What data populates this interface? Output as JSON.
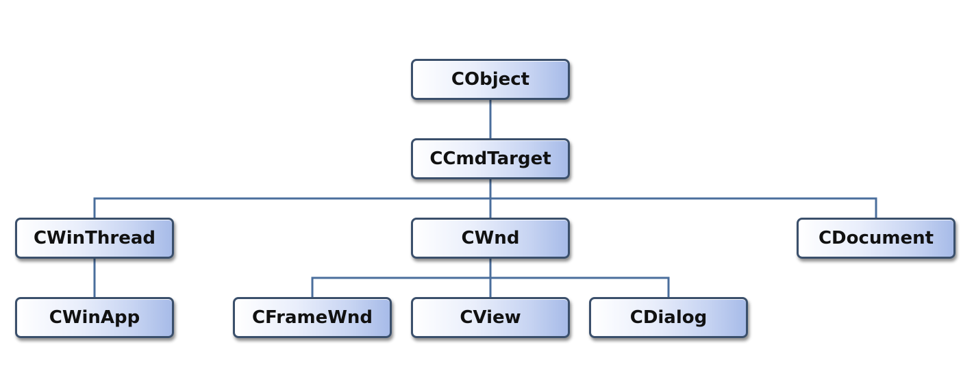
{
  "diagram": {
    "nodes": {
      "cobject": "CObject",
      "ccmdtarget": "CCmdTarget",
      "cwinthread": "CWinThread",
      "cwnd": "CWnd",
      "cdocument": "CDocument",
      "cwinapp": "CWinApp",
      "cframewnd": "CFrameWnd",
      "cview": "CView",
      "cdialog": "CDialog"
    },
    "edges": [
      [
        "cobject",
        "ccmdtarget"
      ],
      [
        "ccmdtarget",
        "cwinthread"
      ],
      [
        "ccmdtarget",
        "cwnd"
      ],
      [
        "ccmdtarget",
        "cdocument"
      ],
      [
        "cwinthread",
        "cwinapp"
      ],
      [
        "cwnd",
        "cframewnd"
      ],
      [
        "cwnd",
        "cview"
      ],
      [
        "cwnd",
        "cdialog"
      ]
    ],
    "colors": {
      "connector": "#4a6e9c",
      "node_border": "#3a4f6b",
      "node_fill_start": "#ffffff",
      "node_fill_end": "#a7bbe8"
    }
  }
}
